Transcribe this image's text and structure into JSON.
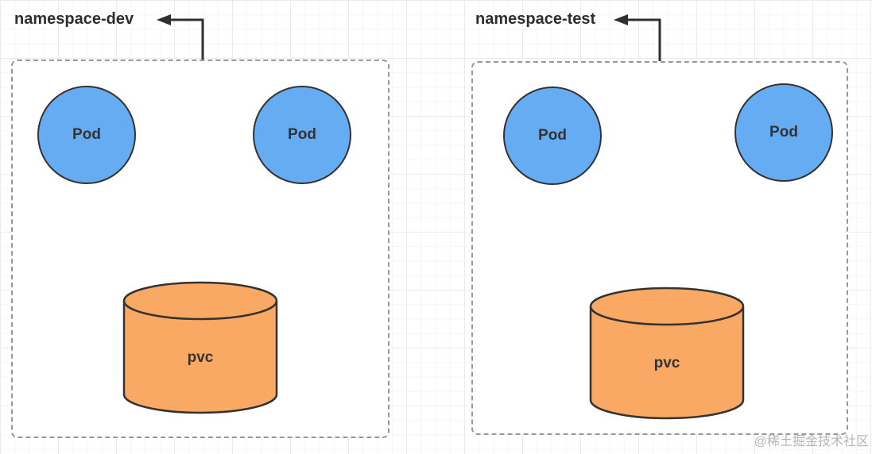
{
  "diagram": {
    "namespaces": [
      {
        "label": "namespace-dev",
        "pods": [
          {
            "label": "Pod"
          },
          {
            "label": "Pod"
          }
        ],
        "pvc": {
          "label": "pvc"
        }
      },
      {
        "label": "namespace-test",
        "pods": [
          {
            "label": "Pod"
          },
          {
            "label": "Pod"
          }
        ],
        "pvc": {
          "label": "pvc"
        }
      }
    ],
    "colors": {
      "pod_fill": "#65ACF3",
      "pvc_fill": "#F9A963",
      "shape_stroke": "#333333",
      "boundary_dash": "#979797",
      "arrow": "#2f2f2f",
      "label_text": "#2e2e2e",
      "watermark_text": "#b5b5b5"
    }
  },
  "watermark": {
    "text": "@稀土掘金技术社区"
  }
}
